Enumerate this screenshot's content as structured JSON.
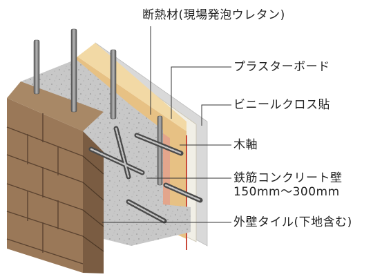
{
  "labels": {
    "insulation": "断熱材(現場発泡ウレタン)",
    "plasterboard": "プラスターボード",
    "vinyl_cloth": "ビニールクロス貼",
    "wood_frame": "木軸",
    "concrete_wall": "鉄筋コンクリート壁",
    "concrete_thickness": "150mm〜300mm",
    "exterior_tile": "外壁タイル(下地含む)"
  },
  "colors": {
    "tile": "#9c7a5c",
    "tile_dark": "#6e523a",
    "concrete": "#c9c9c9",
    "insulation": "#e2a890",
    "wood": "#e6c389",
    "plasterboard": "#f1efe8",
    "vinyl": "#e8e8e8",
    "leader": "#333333"
  }
}
